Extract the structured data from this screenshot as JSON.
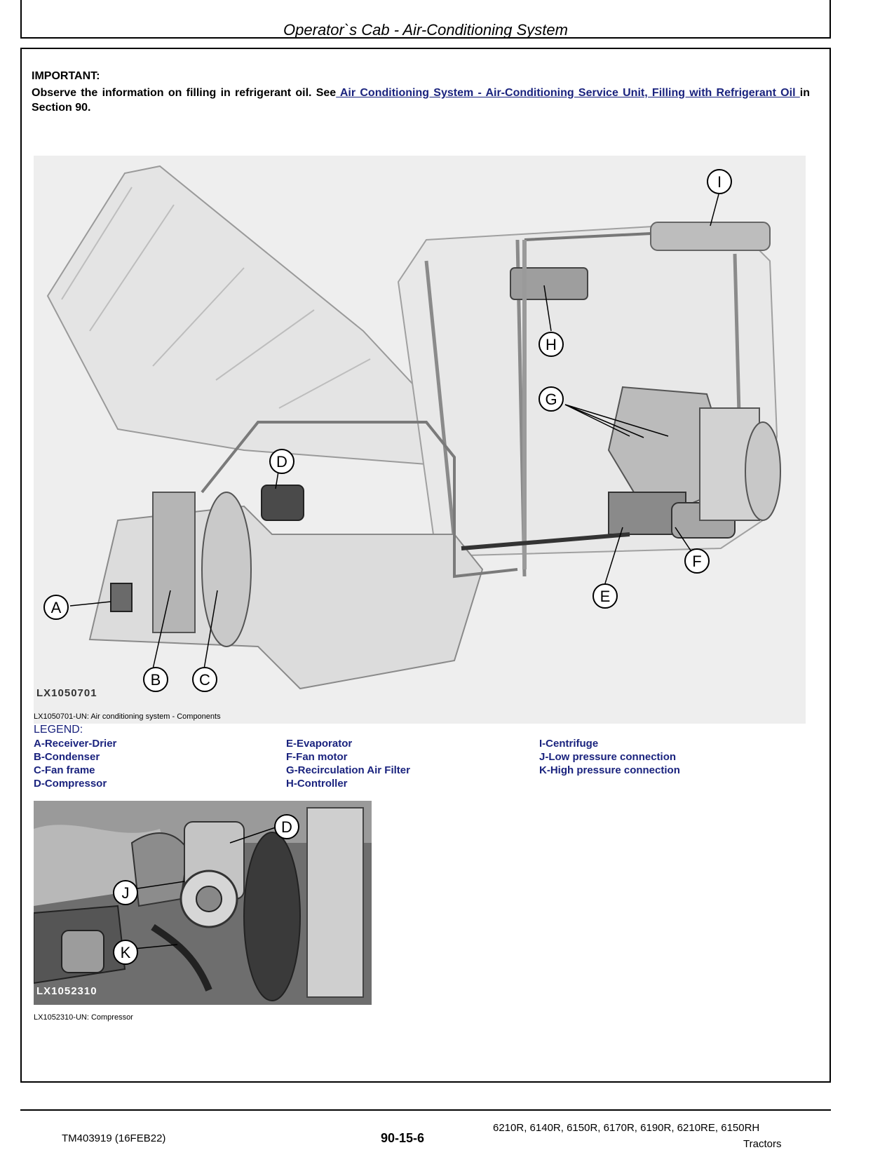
{
  "header": {
    "title": "Operator`s Cab - Air-Conditioning System"
  },
  "important": {
    "label": "IMPORTANT:",
    "text_before": "Observe the information on filling in refrigerant oil. See",
    "link_text": " Air Conditioning System - Air-Conditioning Service Unit, Filling with Refrigerant Oil ",
    "text_after": "in Section 90."
  },
  "figure1": {
    "id": "LX1050701",
    "caption": "LX1050701-UN: Air conditioning system - Components",
    "callouts": [
      "A",
      "B",
      "C",
      "D",
      "E",
      "F",
      "G",
      "H",
      "I"
    ]
  },
  "legend": {
    "title": "LEGEND:",
    "col1": [
      "A-Receiver-Drier",
      "B-Condenser",
      "C-Fan frame",
      "D-Compressor"
    ],
    "col2": [
      "E-Evaporator",
      "F-Fan motor",
      "G-Recirculation Air Filter",
      "H-Controller"
    ],
    "col3": [
      "I-Centrifuge",
      "J-Low pressure connection",
      "K-High pressure connection"
    ]
  },
  "figure2": {
    "id": "LX1052310",
    "caption": "LX1052310-UN: Compressor",
    "callouts": [
      "D",
      "J",
      "K"
    ]
  },
  "footer": {
    "doc_id": "TM403919 (16FEB22)",
    "page": "90-15-6",
    "models": "6210R, 6140R, 6150R, 6170R, 6190R, 6210RE, 6150RH",
    "subtitle": "Tractors"
  }
}
